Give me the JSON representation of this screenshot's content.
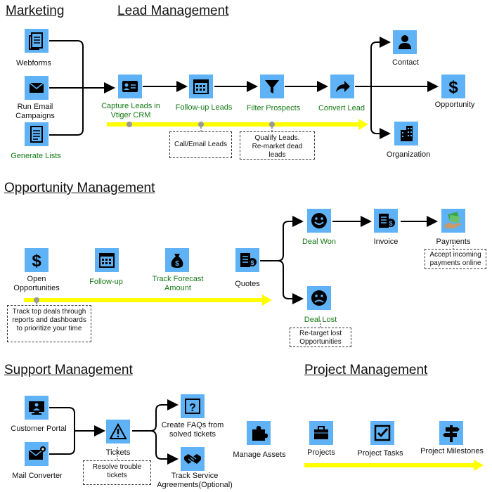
{
  "sections": {
    "marketing": "Marketing",
    "lead_management": "Lead Management",
    "opportunity_management": "Opportunity Management",
    "support_management": "Support Management",
    "project_management": "Project Management"
  },
  "marketing": {
    "webforms": "Webforms",
    "run_email_1": "Run Email",
    "run_email_2": "Campaigns",
    "generate_lists": "Generate Lists"
  },
  "lead": {
    "capture_1": "Capture Leads in",
    "capture_2": "Vtiger CRM",
    "followup": "Follow-up Leads",
    "filter": "Filter Prospects",
    "convert": "Convert Lead",
    "contact": "Contact",
    "opportunity": "Opportunity",
    "organization": "Organization",
    "note_call": "Call/Email Leads",
    "note_qualify_1": "Qualify Leads.",
    "note_qualify_2": "Re-market dead leads"
  },
  "opp": {
    "open_1": "Open",
    "open_2": "Opportunities",
    "followup": "Follow-up",
    "forecast_1": "Track Forecast",
    "forecast_2": "Amount",
    "quotes": "Quotes",
    "deal_won": "Deal Won",
    "invoice": "Invoice",
    "payments": "Payments",
    "deal_lost": "Deal Lost",
    "note_track_1": "Track top deals through",
    "note_track_2": "reports and dashboards",
    "note_track_3": "to prioritize your time",
    "note_accept_1": "Accept incoming",
    "note_accept_2": "payments online",
    "note_retarget_1": "Re-target lost",
    "note_retarget_2": "Opportunities"
  },
  "support": {
    "customer_portal": "Customer Portal",
    "mail_converter": "Mail Converter",
    "tickets": "Tickets",
    "faq_1": "Create FAQs from",
    "faq_2": "solved tickets",
    "service_1": "Track Service",
    "service_2": "Agreements(Optional)",
    "note_resolve_1": "Resolve trouble",
    "note_resolve_2": "tickets"
  },
  "project": {
    "manage_assets": "Manage Assets",
    "projects": "Projects",
    "project_tasks": "Project Tasks",
    "project_milestones": "Project Milestones"
  },
  "colors": {
    "icon_bg": "#5fb2f5",
    "progress_bar": "#ffff00",
    "green_text": "#147a14",
    "connector": "#000000"
  }
}
